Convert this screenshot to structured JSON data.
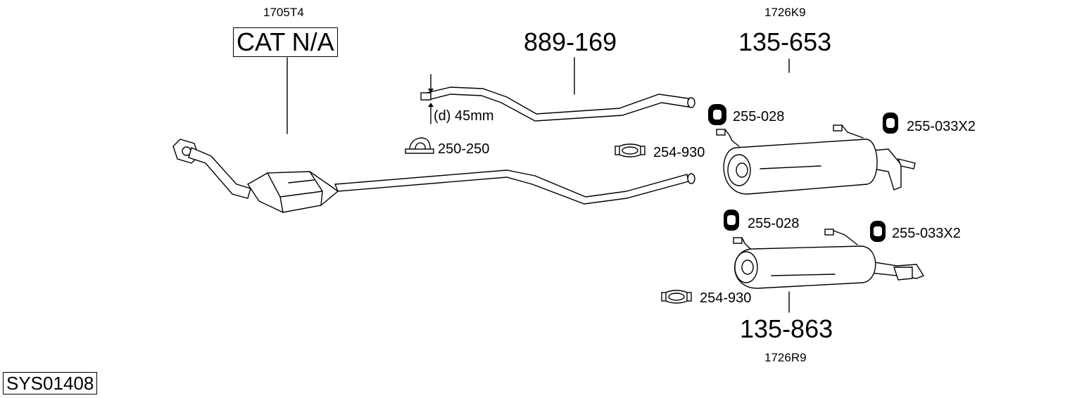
{
  "diagram": {
    "system_code": "SYS01408",
    "catalytic_converter": {
      "ref": "1705T4",
      "part": "CAT N/A"
    },
    "front_pipe": {
      "part": "889-169",
      "diameter_note": "(d) 45mm"
    },
    "clamp_main": {
      "part": "250-250"
    },
    "clamp_upper": {
      "part": "254-930"
    },
    "clamp_lower": {
      "part": "254-930"
    },
    "rear_box_upper": {
      "ref": "1726K9",
      "part": "135-653",
      "mount_front": "255-028",
      "mount_rear": "255-033X2"
    },
    "rear_box_lower": {
      "ref": "1726R9",
      "part": "135-863",
      "mount_front": "255-028",
      "mount_rear": "255-033X2"
    }
  }
}
